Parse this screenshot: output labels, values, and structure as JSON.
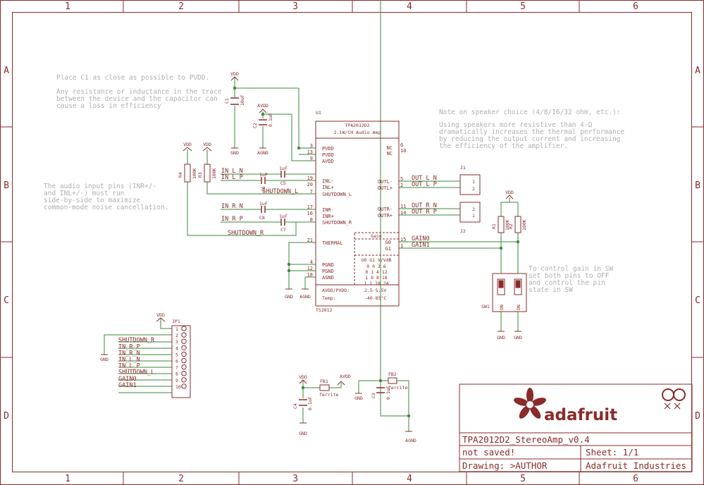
{
  "frame": {
    "columns": [
      "1",
      "2",
      "3",
      "4",
      "5",
      "6"
    ],
    "rows": [
      "A",
      "B",
      "C",
      "D"
    ]
  },
  "notes": {
    "c1_line1": "Place C1 as close as possible to PVDD.",
    "c1_line2": "Any resistance or inductance in the trace",
    "c1_line3": "between the device and the capacitor can",
    "c1_line4": "cause a loss in efficiency",
    "input_line1": "The audio input pins (INR+/-",
    "input_line2": "and INL+/-) must run",
    "input_line3": "side-by-side to maximize",
    "input_line4": "common-mode noise cancellation.",
    "spk_line1": "Note on speaker choice (4/8/16/32 ohm, etc.):",
    "spk_line2": "Using speakers more resistive than 4-Ω",
    "spk_line3": "dramatically increases the thermal performance",
    "spk_line4": "by reducing the output current and increasing",
    "spk_line5": "the efficiency of the amplifier.",
    "gain_line1": "To control gain in SW",
    "gain_line2": "set both pins to OFF",
    "gain_line3": "and control the pin",
    "gain_line4": "state in SW"
  },
  "ic": {
    "refdes": "U1",
    "name": "TPA2012D2",
    "desc": "2.1W/CH Audio Amp",
    "pkg": "TS2012",
    "left_pins": [
      {
        "num": "3",
        "name": "PVDD"
      },
      {
        "num": "13",
        "name": "PVDD"
      },
      {
        "num": "9",
        "name": "AVDD"
      },
      {
        "num": "19",
        "name": "INL-"
      },
      {
        "num": "20",
        "name": "INL+"
      },
      {
        "num": "7",
        "name": "SHUTDOWN_L"
      },
      {
        "num": "17",
        "name": "INR-"
      },
      {
        "num": "16",
        "name": "INR+"
      },
      {
        "num": "8",
        "name": "SHUTDOWN_R"
      },
      {
        "num": "21",
        "name": "THERMAL"
      },
      {
        "num": "4",
        "name": "PGND"
      },
      {
        "num": "12",
        "name": "PGND"
      },
      {
        "num": "18",
        "name": "AGND"
      }
    ],
    "right_pins": [
      {
        "num": "6",
        "name": "NC"
      },
      {
        "num": "10",
        "name": "NC"
      },
      {
        "num": "5",
        "name": "OUTL-"
      },
      {
        "num": "2",
        "name": "OUTL+"
      },
      {
        "num": "11",
        "name": "OUTR-"
      },
      {
        "num": "14",
        "name": "OUTR+"
      },
      {
        "num": "15",
        "name": "G0"
      },
      {
        "num": "1",
        "name": "G1"
      }
    ],
    "gain_title": "Gain",
    "gain_header": "G0 G1 V/VdB",
    "gain_rows": [
      "0  0   2  6",
      "0  1   4 12",
      "1  0   8 18",
      "1  1  16 24"
    ],
    "spec_label1": "AVDD/PVDD:",
    "spec_value1": "2.5-5.5V",
    "spec_label2": "Temp:",
    "spec_value2": "-40-85°C"
  },
  "nets": {
    "inl_n": "IN_L_N",
    "inl_p": "IN_L_P",
    "inr_n": "IN_R_N",
    "inr_p": "IN_R_P",
    "shdn_l": "SHUTDOWN_L",
    "shdn_r": "SHUTDOWN_R",
    "outl_n": "OUT_L_N",
    "outl_p": "OUT_L_P",
    "outr_n": "OUT_R_N",
    "outr_p": "OUT_R_P",
    "gain0": "GAIN0",
    "gain1": "GAIN1"
  },
  "supplies": {
    "vdd": "VDD",
    "avdd": "AVDD",
    "gnd": "GND",
    "agnd": "AGND"
  },
  "parts": {
    "c1": "C1",
    "c1_val": "10uF",
    "c2": "C2",
    "c2_val": "0.1uF",
    "c3": "C3",
    "c3_val": "0.1uF",
    "c4": "C4",
    "c4_val": "0.1uF",
    "c5": "C5",
    "c6": "C6",
    "c7": "C7",
    "c8": "C8",
    "cap_1uf": "1uF",
    "r1": "R1",
    "r2": "R2",
    "r3": "R3",
    "r4": "R4",
    "r_100k": "100K",
    "fb1": "FB1",
    "fb2": "FB2",
    "ferrite": "ferrite",
    "j1": "J1",
    "j2": "J2",
    "sw1": "SW1",
    "jp1": "JP1",
    "sw_on": "ON"
  },
  "jp1_pins": [
    {
      "num": "1",
      "net": ""
    },
    {
      "num": "2",
      "net": ""
    },
    {
      "num": "3",
      "net": "SHUTDOWN_R"
    },
    {
      "num": "4",
      "net": "IN_R_P"
    },
    {
      "num": "5",
      "net": "IN_R_N"
    },
    {
      "num": "6",
      "net": "IN_L_N"
    },
    {
      "num": "7",
      "net": "IN_L_P"
    },
    {
      "num": "8",
      "net": "SHUTDOWN_L"
    },
    {
      "num": "9",
      "net": "GAIN0"
    },
    {
      "num": "10",
      "net": "GAIN1"
    }
  ],
  "title_block": {
    "company_logo": "adafruit",
    "title": "TPA2012D2_StereoAmp_v0.4",
    "status": "not saved!",
    "sheet": "Sheet: 1/1",
    "drawing": "Drawing: >AUTHOR",
    "company": "Adafruit Industries"
  },
  "colors": {
    "frame": "#8b2a2a",
    "wire": "#3a8a3a",
    "text": "#b8b8b8",
    "logo": "#8b2a2a"
  }
}
